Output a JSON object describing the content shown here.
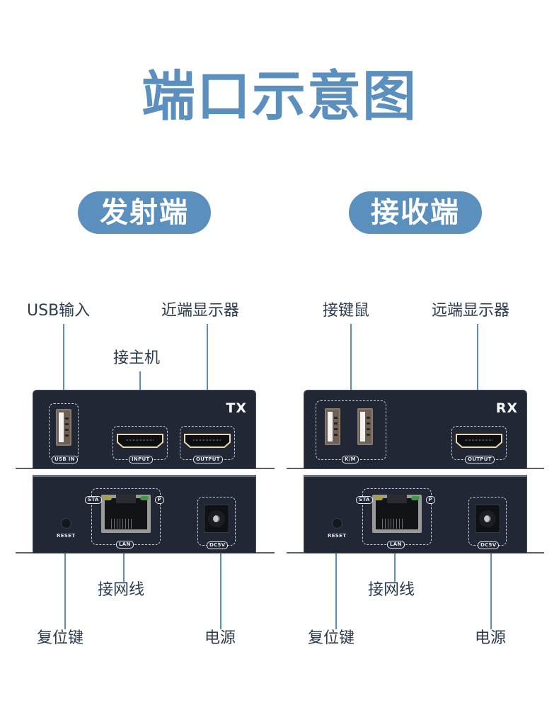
{
  "title": "端口示意图",
  "sections": {
    "transmitter": {
      "label": "发射端",
      "brand_mark": "TX",
      "top_panel": {
        "ports": [
          {
            "tag": "USB IN",
            "callout": "USB输入",
            "icon": "usb-a-port-icon"
          },
          {
            "tag": "INPUT",
            "callout": "接主机",
            "icon": "hdmi-port-icon"
          },
          {
            "tag": "OUTPUT",
            "callout": "近端显示器",
            "icon": "hdmi-port-icon"
          }
        ]
      },
      "bottom_panel": {
        "reset": {
          "tag": "RESET",
          "callout": "复位键"
        },
        "lan": {
          "tag": "LAN",
          "led_left": "STA",
          "led_right": "P",
          "callout": "接网线"
        },
        "power": {
          "tag": "DC5V",
          "callout": "电源"
        }
      }
    },
    "receiver": {
      "label": "接收端",
      "brand_mark": "RX",
      "top_panel": {
        "ports": [
          {
            "tag": "K/M",
            "callout": "接键鼠",
            "icon": "usb-a-port-icon"
          },
          {
            "tag": "OUTPUT",
            "callout": "远端显示器",
            "icon": "hdmi-port-icon"
          }
        ]
      },
      "bottom_panel": {
        "reset": {
          "tag": "RESET",
          "callout": "复位键"
        },
        "lan": {
          "tag": "LAN",
          "led_left": "STA",
          "led_right": "P",
          "callout": "接网线"
        },
        "power": {
          "tag": "DC5V",
          "callout": "电源"
        }
      }
    }
  },
  "colors": {
    "accent": "#5b8fbd",
    "device_body": "#222736",
    "callout_text": "#2b3a4c"
  }
}
